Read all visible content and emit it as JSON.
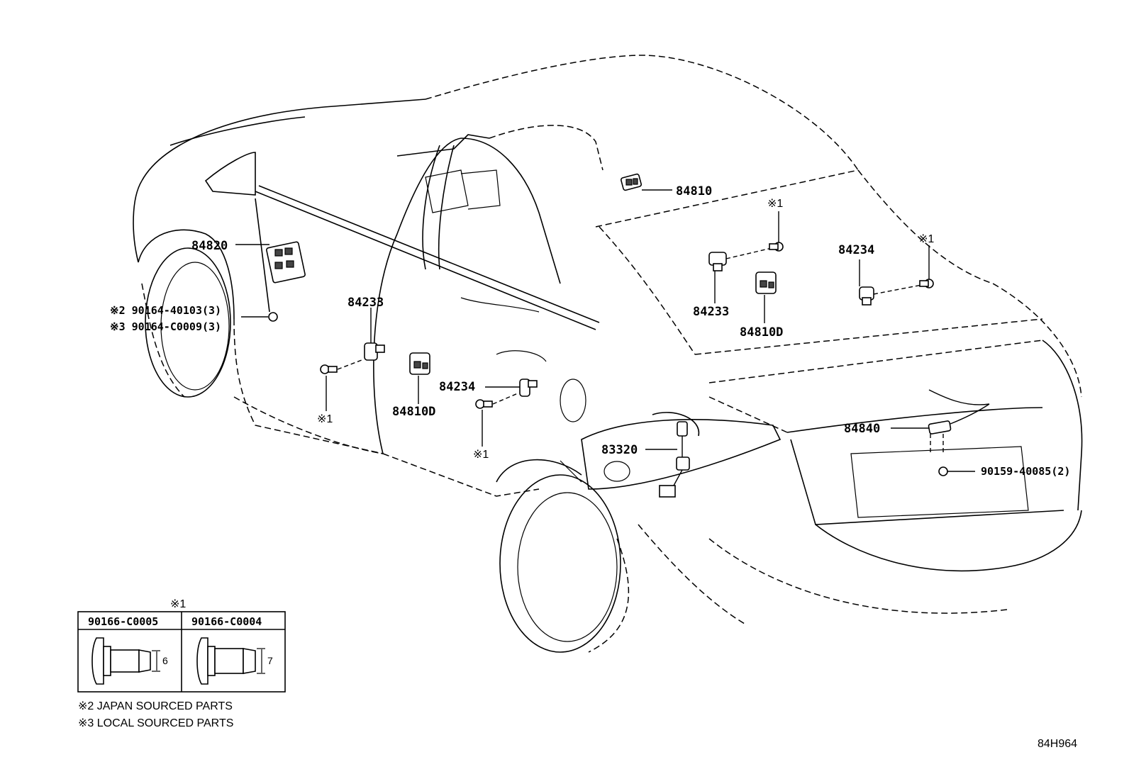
{
  "callouts": {
    "p84810": "84810",
    "p84820": "84820",
    "p84233_left": "84233",
    "p84233_right": "84233",
    "p84234_left": "84234",
    "p84234_right": "84234",
    "p84810d_left": "84810D",
    "p84810d_right": "84810D",
    "p84840": "84840",
    "p83320": "83320",
    "bolt_90159": "90159-40085(2)",
    "screw_japan": "※2 90164-40103(3)",
    "screw_local": "※3 90164-C0009(3)",
    "ref1_a": "※1",
    "ref1_b": "※1",
    "ref1_c": "※1",
    "ref1_d": "※1"
  },
  "legend": {
    "ref_mark": "※1",
    "col1_part": "90166-C0005",
    "col2_part": "90166-C0004",
    "col1_dim": "6",
    "col2_dim": "7",
    "note_japan": "※2 JAPAN SOURCED PARTS",
    "note_local": "※3 LOCAL SOURCED PARTS"
  },
  "diagram_code": "84H964"
}
